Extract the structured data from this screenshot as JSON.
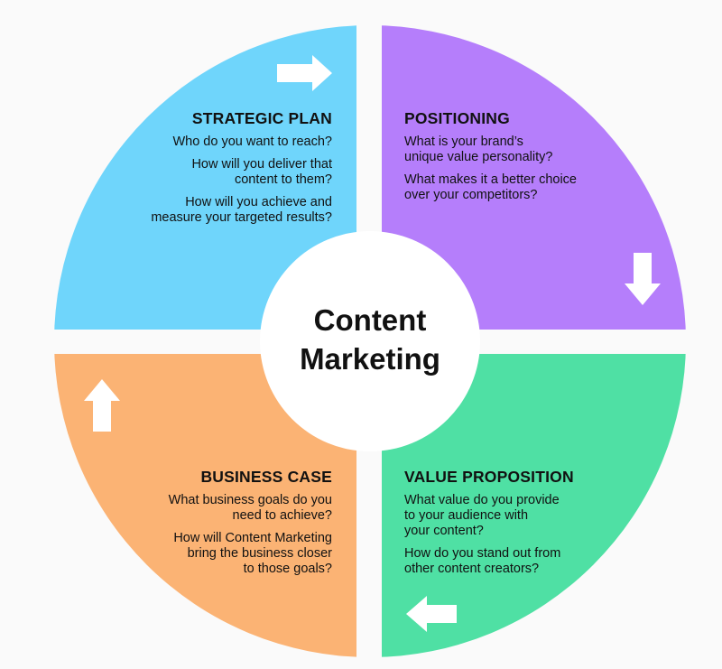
{
  "center": {
    "line1": "Content",
    "line2": "Marketing"
  },
  "colors": {
    "strategic_plan": "#6fd5fb",
    "positioning": "#b57efb",
    "value_proposition": "#4fe0a4",
    "business_case": "#fbb374",
    "background": "#fafafa",
    "center_circle": "#ffffff",
    "arrows": "#ffffff"
  },
  "quadrants": {
    "strategic_plan": {
      "title": "STRATEGIC PLAN",
      "lines": [
        "Who do you want to reach?",
        "How will you deliver that\ncontent to them?",
        "How will you achieve and\nmeasure your targeted results?"
      ],
      "arrow_icon": "arrow-right-icon"
    },
    "positioning": {
      "title": "POSITIONING",
      "lines": [
        "What is your brand’s\nunique value personality?",
        "What makes it a better choice\nover your competitors?"
      ],
      "arrow_icon": "arrow-down-icon"
    },
    "value_proposition": {
      "title": "VALUE PROPOSITION",
      "lines": [
        "What value do you provide\nto your audience with\nyour content?",
        "How do you stand out from\nother content creators?"
      ],
      "arrow_icon": "arrow-left-icon"
    },
    "business_case": {
      "title": "BUSINESS CASE",
      "lines": [
        "What business goals do you\nneed to achieve?",
        "How will Content Marketing\nbring the business closer\nto those goals?"
      ],
      "arrow_icon": "arrow-up-icon"
    }
  }
}
